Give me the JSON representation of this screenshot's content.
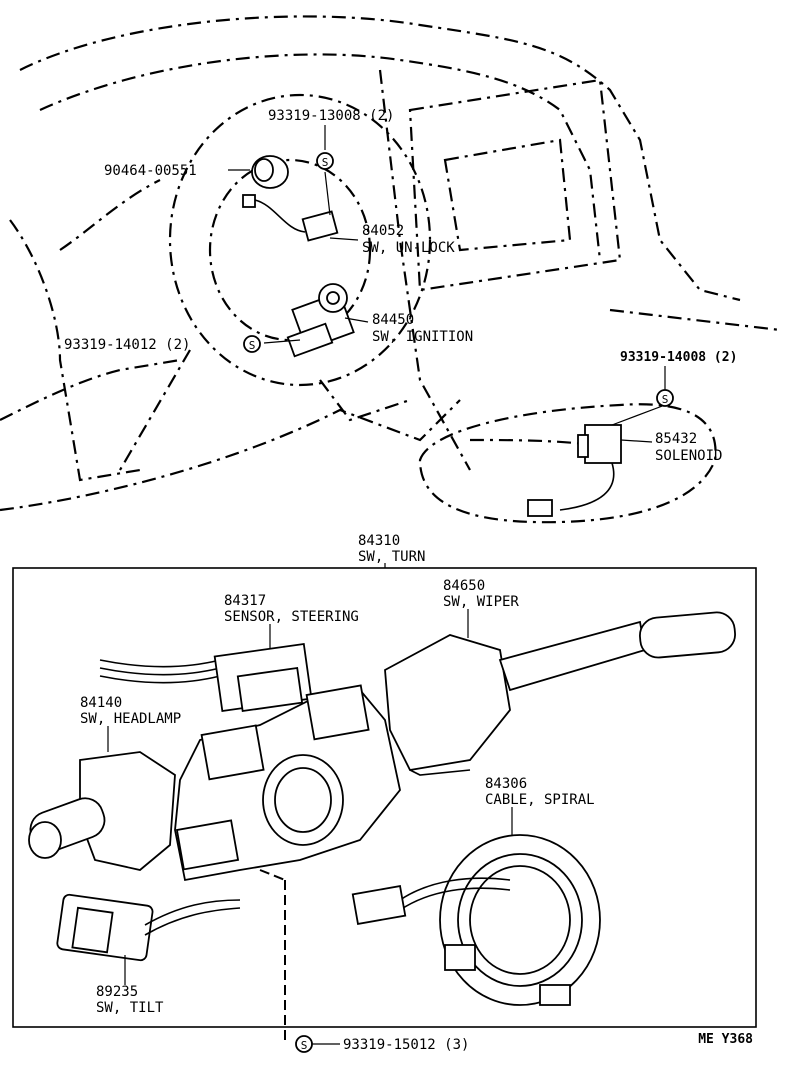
{
  "labels": {
    "p93319_13008": "93319-13008 (2)",
    "p90464_00551": "90464-00551",
    "p84052_num": "84052",
    "p84052_name": "SW, UN-LOCK",
    "p84450_num": "84450",
    "p84450_name": "SW, IGNITION",
    "p93319_14012": "93319-14012 (2)",
    "p93319_14008": "93319-14008 (2)",
    "p85432_num": "85432",
    "p85432_name": "SOLENOID",
    "p84310_num": "84310",
    "p84310_name": "SW, TURN",
    "p84317_num": "84317",
    "p84317_name": "SENSOR, STEERING",
    "p84650_num": "84650",
    "p84650_name": "SW, WIPER",
    "p84140_num": "84140",
    "p84140_name": "SW, HEADLAMP",
    "p84306_num": "84306",
    "p84306_name": "CABLE, SPIRAL",
    "p89235_num": "89235",
    "p89235_name": "SW, TILT",
    "p93319_15012": "93319-15012 (3)",
    "diagram_code": "ME Y368"
  },
  "screw_symbol": "S"
}
